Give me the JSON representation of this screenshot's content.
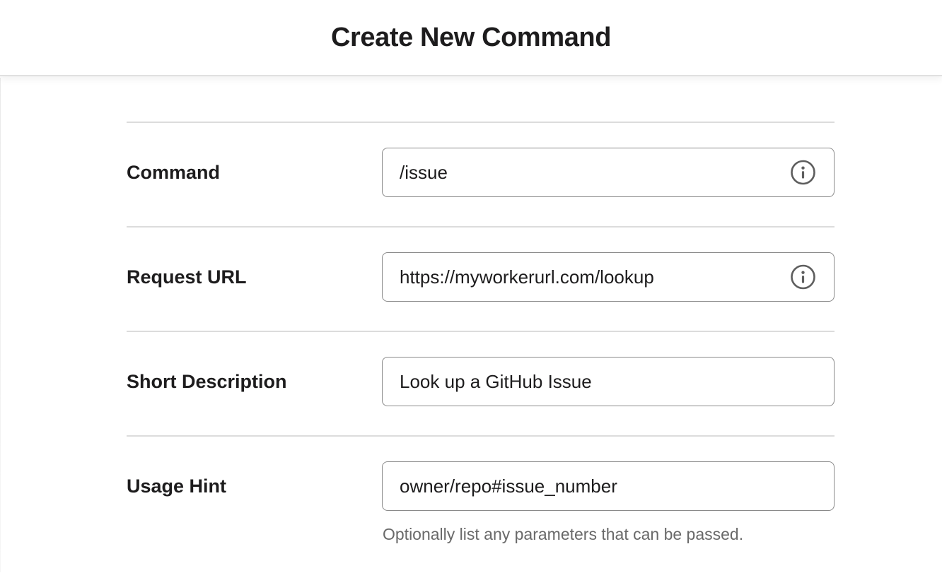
{
  "page": {
    "title": "Create New Command"
  },
  "form": {
    "fields": [
      {
        "label": "Command",
        "value": "/issue",
        "has_info_icon": true,
        "helper": ""
      },
      {
        "label": "Request URL",
        "value": "https://myworkerurl.com/lookup",
        "has_info_icon": true,
        "helper": ""
      },
      {
        "label": "Short Description",
        "value": "Look up a GitHub Issue",
        "has_info_icon": false,
        "helper": ""
      },
      {
        "label": "Usage Hint",
        "value": "owner/repo#issue_number",
        "has_info_icon": false,
        "helper": "Optionally list any parameters that can be passed."
      }
    ]
  },
  "icons": {
    "info_icon": "circle-i"
  },
  "colors": {
    "title_color": "#1d1c1d",
    "divider_color": "#dcdcdc",
    "header_border_color": "#e0e0e0",
    "input_border_color": "#8a8a8a",
    "input_text_color": "#1d1c1d",
    "helper_text_color": "#696969",
    "icon_color": "#5e5e5e",
    "bg_color": "#ffffff"
  }
}
